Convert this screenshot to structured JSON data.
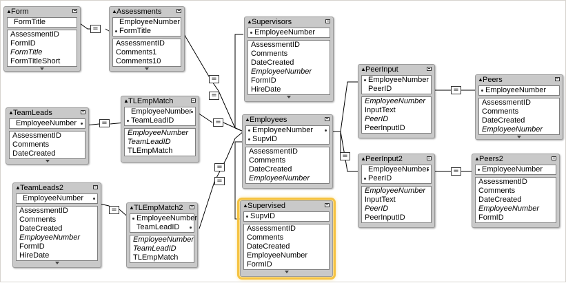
{
  "tables": {
    "form": {
      "title": "Form",
      "keys": [
        "FormTitle"
      ],
      "fields": [
        "AssessmentID",
        "FormID",
        "FormTitle",
        "FormTitleShort"
      ]
    },
    "assessments": {
      "title": "Assessments",
      "keys": [
        "EmployeeNumber",
        "FormTitle"
      ],
      "fields": [
        "AssessmentID",
        "Comments1",
        "Comments10"
      ]
    },
    "supervisors": {
      "title": "Supervisors",
      "keys": [
        "EmployeeNumber"
      ],
      "fields": [
        "AssessmentID",
        "Comments",
        "DateCreated",
        "EmployeeNumber",
        "FormID",
        "HireDate"
      ]
    },
    "peerinput": {
      "title": "PeerInput",
      "keys": [
        "EmployeeNumber",
        "PeerID"
      ],
      "fields": [
        "EmployeeNumber",
        "InputText",
        "PeerID",
        "PeerInputID"
      ]
    },
    "peers": {
      "title": "Peers",
      "keys": [
        "EmployeeNumber"
      ],
      "fields": [
        "AssessmentID",
        "Comments",
        "DateCreated",
        "EmployeeNumber"
      ]
    },
    "teamleads": {
      "title": "TeamLeads",
      "keys": [
        "EmployeeNumber"
      ],
      "fields": [
        "AssessmentID",
        "Comments",
        "DateCreated"
      ]
    },
    "tlempmatch": {
      "title": "TLEmpMatch",
      "keys": [
        "EmployeeNumber",
        "TeamLeadID"
      ],
      "fields": [
        "EmployeeNumber",
        "TeamLeadID",
        "TLEmpMatch"
      ]
    },
    "employees": {
      "title": "Employees",
      "keys": [
        "EmployeeNumber",
        "SupvID"
      ],
      "fields": [
        "AssessmentID",
        "Comments",
        "DateCreated",
        "EmployeeNumber"
      ]
    },
    "peerinput2": {
      "title": "PeerInput2",
      "keys": [
        "EmployeeNumber",
        "PeerID"
      ],
      "fields": [
        "EmployeeNumber",
        "InputText",
        "PeerID",
        "PeerInputID"
      ]
    },
    "peers2": {
      "title": "Peers2",
      "keys": [
        "EmployeeNumber"
      ],
      "fields": [
        "AssessmentID",
        "Comments",
        "DateCreated",
        "EmployeeNumber",
        "FormID"
      ]
    },
    "teamleads2": {
      "title": "TeamLeads2",
      "keys": [
        "EmployeeNumber"
      ],
      "fields": [
        "AssessmentID",
        "Comments",
        "DateCreated",
        "EmployeeNumber",
        "FormID",
        "HireDate"
      ]
    },
    "tlempmatch2": {
      "title": "TLEmpMatch2",
      "keys": [
        "EmployeeNumber",
        "TeamLeadID"
      ],
      "fields": [
        "EmployeeNumber",
        "TeamLeadID",
        "TLEmpMatch"
      ]
    },
    "supervised": {
      "title": "Supervised",
      "keys": [
        "SupvID"
      ],
      "fields": [
        "AssessmentID",
        "Comments",
        "DateCreated",
        "EmployeeNumber",
        "FormID"
      ]
    }
  },
  "relationship_symbol": "=",
  "selected_table": "Supervised",
  "colors": {
    "table_bg": "#c9c9c9",
    "selection": "#f5c342",
    "line": "#000000"
  }
}
